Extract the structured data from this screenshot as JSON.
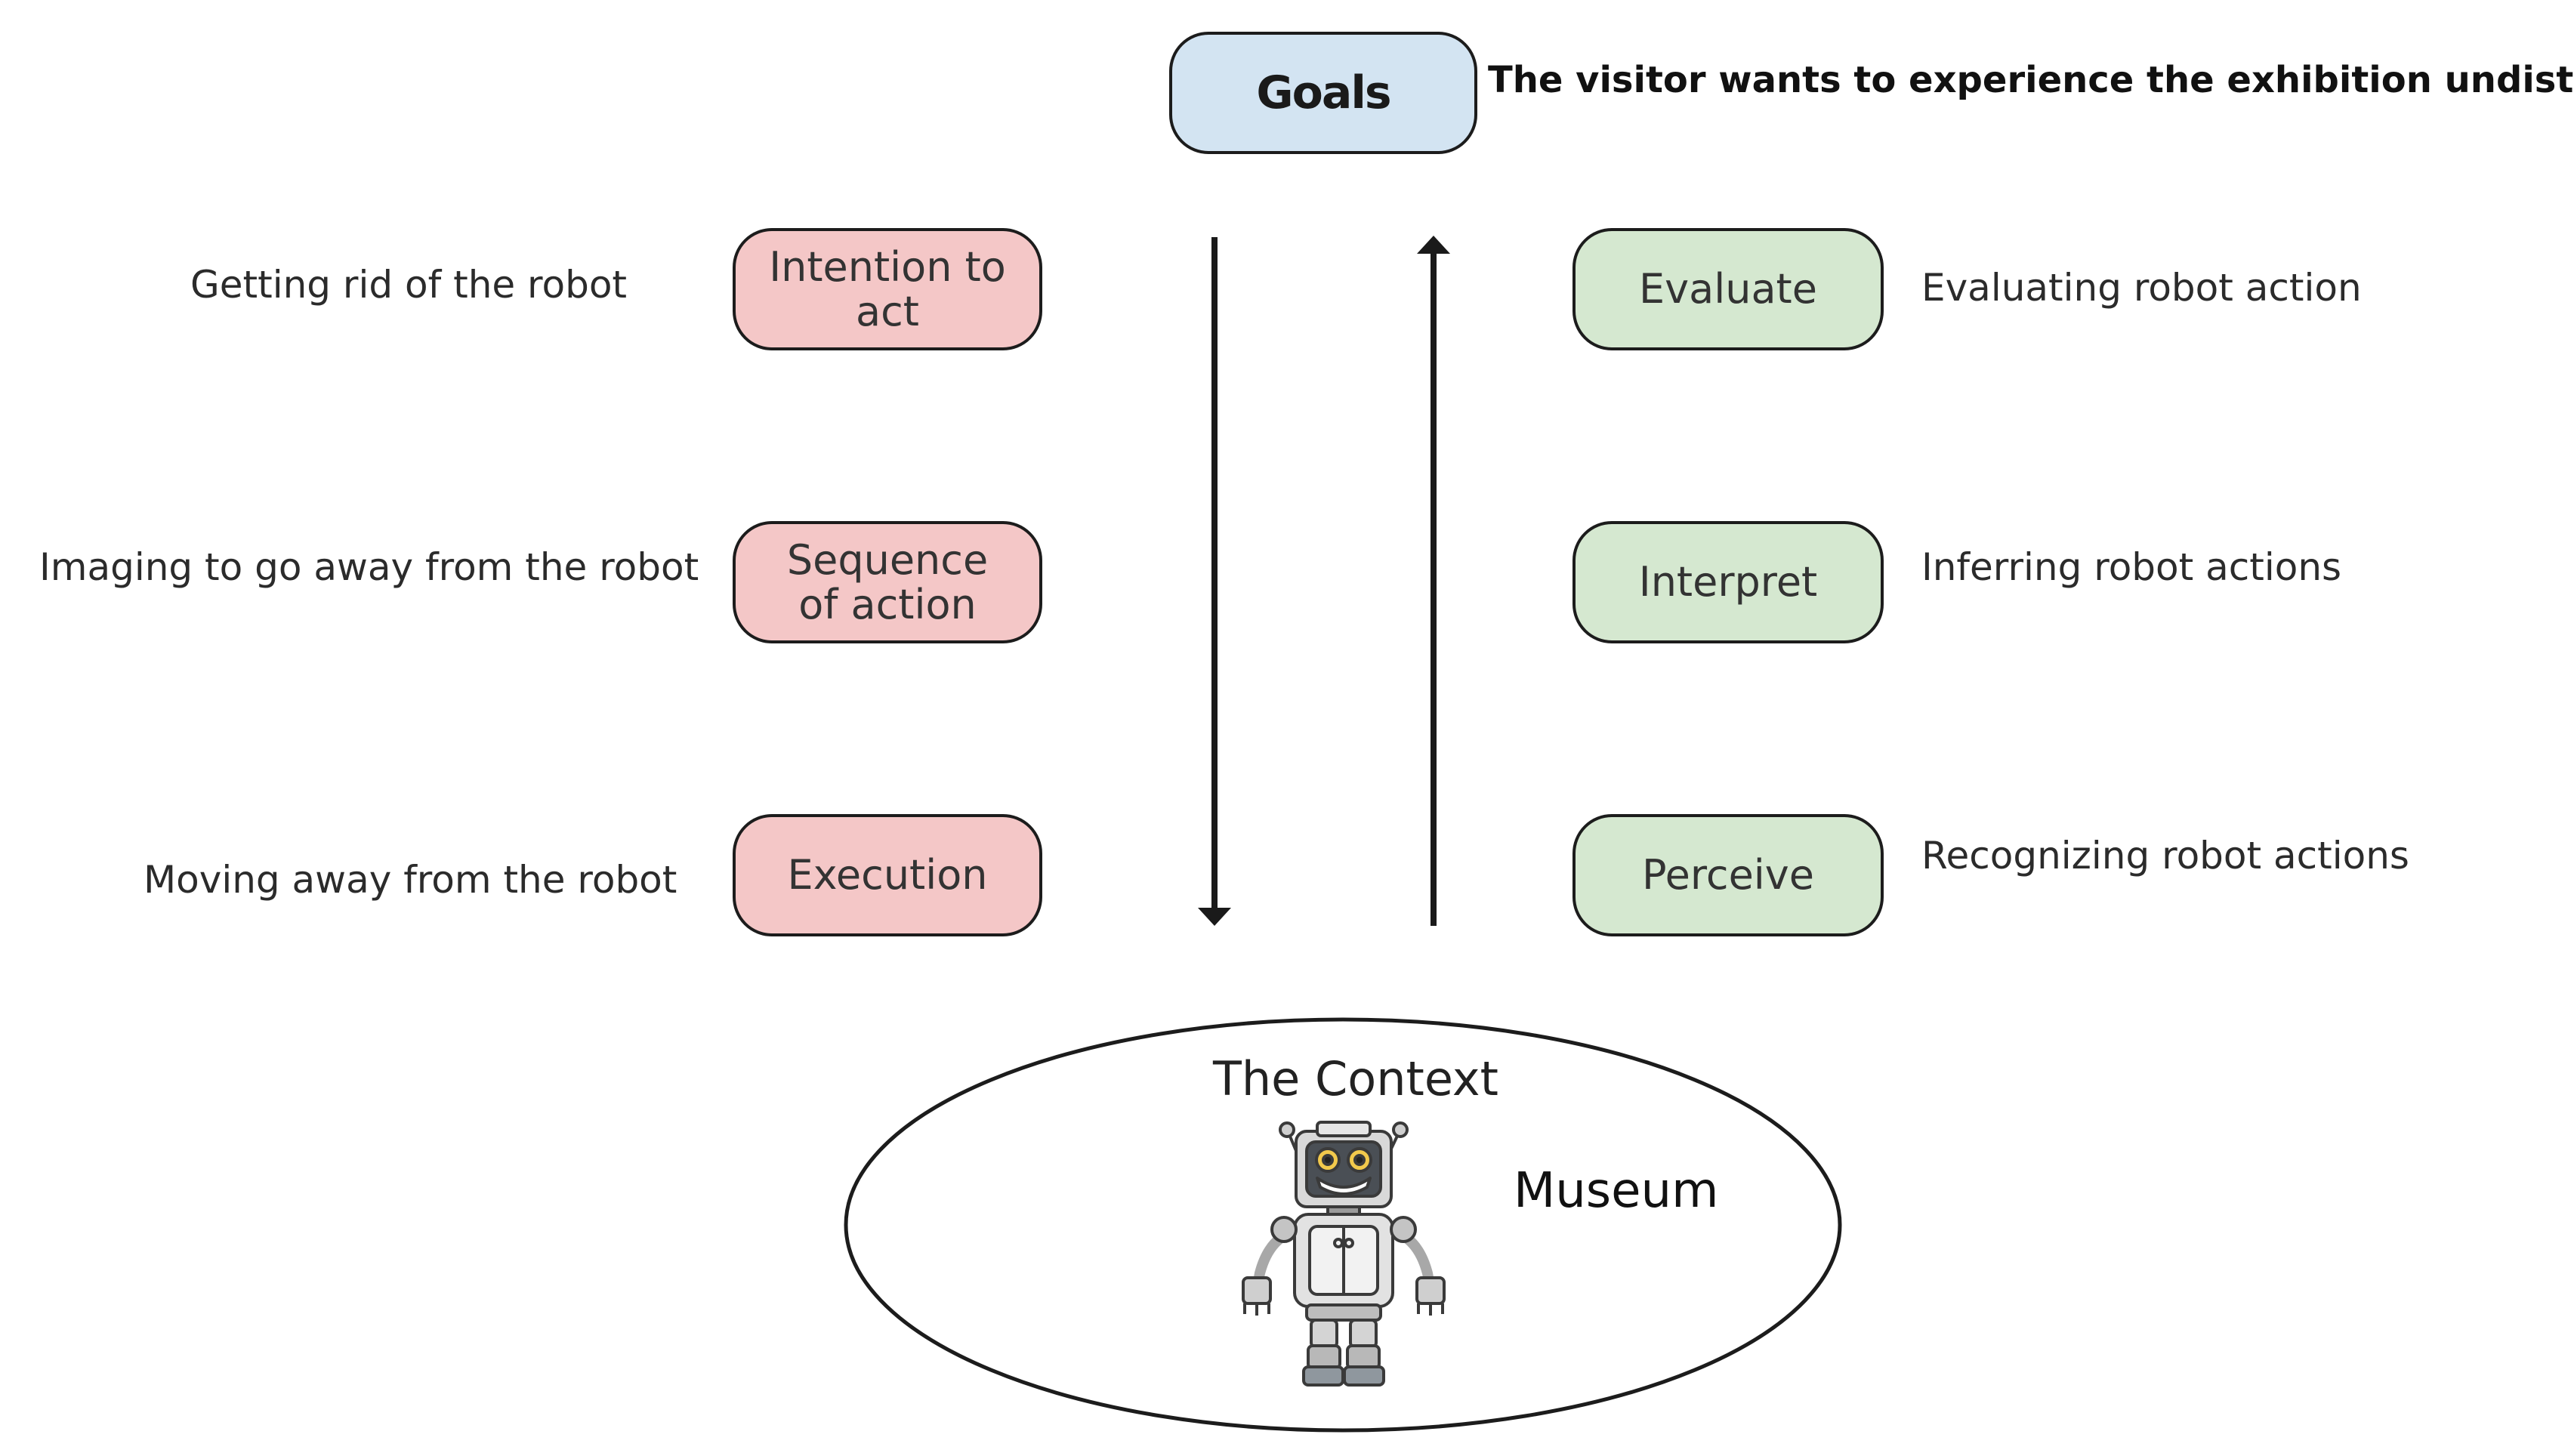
{
  "goal": {
    "label": "Goals",
    "description": "The visitor  wants to experience the exhibition  undisturbed"
  },
  "execution_side": [
    {
      "stage": "Intention to act",
      "description": "Getting rid of the robot"
    },
    {
      "stage": "Sequence of action",
      "description": "Imaging to go away from the robot"
    },
    {
      "stage": "Execution",
      "description": "Moving away from the robot"
    }
  ],
  "evaluation_side": [
    {
      "stage": "Evaluate",
      "description": "Evaluating robot action"
    },
    {
      "stage": "Interpret",
      "description": "Inferring  robot actions"
    },
    {
      "stage": "Perceive",
      "description": "Recognizing robot actions"
    }
  ],
  "context": {
    "title": "The Context",
    "place": "Museum"
  },
  "colors": {
    "goal_fill": "#d3e4f2",
    "execution_fill": "#f4c7c7",
    "evaluation_fill": "#d5e8d0",
    "stroke": "#1c1c1c"
  }
}
